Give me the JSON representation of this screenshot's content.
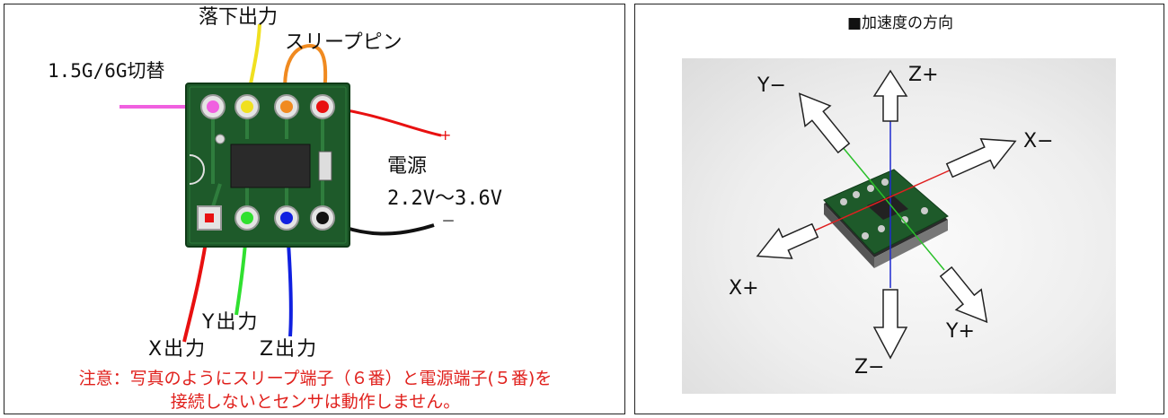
{
  "left_panel": {
    "labels": {
      "fall_output": "落下出力",
      "sleep_pin": "スリープピン",
      "range_switch": "1.5G/6G切替",
      "plus": "+",
      "power": "電源",
      "voltage": "2.2V～3.6V",
      "minus": "－",
      "y_output": "Y出力",
      "x_output": "X出力",
      "z_output": "Z出力"
    },
    "note_line1": "注意：写真のようにスリープ端子（６番）と電源端子(５番)を",
    "note_line2": "接続しないとセンサは動作しません。"
  },
  "right_panel": {
    "title": "■加速度の方向",
    "axes": {
      "y_minus": "Y−",
      "z_plus": "Z+",
      "x_minus": "X−",
      "x_plus": "X+",
      "z_minus": "Z−",
      "y_plus": "Y+"
    }
  },
  "colors": {
    "pcb": "#1e5a2a",
    "wire_pink": "#f060e0",
    "wire_yellow": "#f0e020",
    "wire_orange": "#f08a20",
    "wire_red": "#e81010",
    "wire_black": "#111111",
    "wire_green": "#30e030",
    "wire_blue": "#1020e0",
    "note": "#e0201c"
  }
}
